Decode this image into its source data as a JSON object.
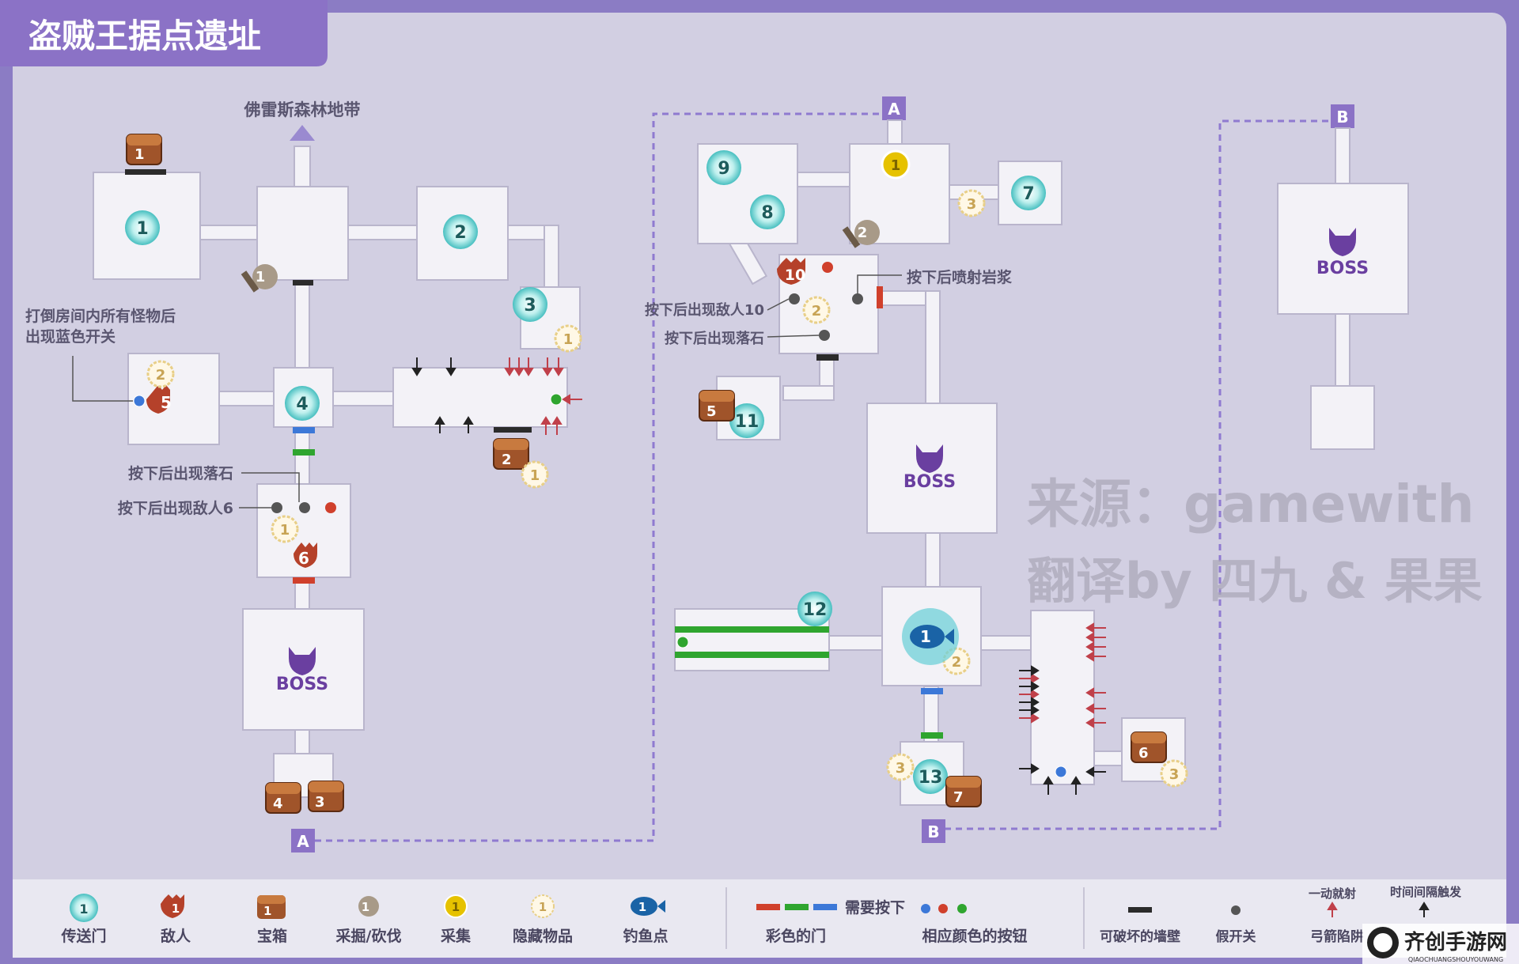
{
  "title": "盗贼王据点遗址",
  "colors": {
    "frame": "#8b7cc4",
    "bg": "#d2cfe2",
    "room": "#f3f2f7",
    "room_stroke": "#b9b5cc",
    "teleport": "#5cc8c8",
    "enemy": "#b5412a",
    "chest": "#a0542a",
    "gather": "#e6c200",
    "hidden": "#e8cf88",
    "fishing": "#1a63a6",
    "boss": "#6a3fa0",
    "door_red": "#d0402c",
    "door_green": "#2fa52f",
    "door_blue": "#3c78d8",
    "wall": "#2b2b2b"
  },
  "map_labels": {
    "exit_north": "佛雷斯森林地带",
    "note_blue_switch": "打倒房间内所有怪物后\n出现蓝色开关",
    "note_falling_rock_left": "按下后出现落石",
    "note_enemy6": "按下后出现敌人6",
    "note_lava": "按下后喷射岩浆",
    "note_enemy10": "按下后出现敌人10",
    "note_falling_rock_right": "按下后出现落石",
    "watermark_line1": "来源：gamewith",
    "watermark_line2": "翻译by 四九 & 果果",
    "link_a": "A",
    "link_b": "B",
    "boss_label": "BOSS"
  },
  "markers": {
    "teleports": [
      "1",
      "2",
      "3",
      "4",
      "7",
      "8",
      "9",
      "11",
      "12",
      "13"
    ],
    "enemies": [
      "5",
      "6",
      "10"
    ],
    "chests": [
      "1",
      "2",
      "3",
      "4",
      "5",
      "6",
      "7"
    ],
    "gather": [
      "1"
    ],
    "mining": [
      "1",
      "2"
    ],
    "hidden": [
      "1",
      "1",
      "1",
      "2",
      "2",
      "3",
      "3",
      "3",
      "2"
    ],
    "fishing": [
      "1"
    ]
  },
  "legend": {
    "teleport": "传送门",
    "enemy": "敌人",
    "chest": "宝箱",
    "mining": "采掘/砍伐",
    "gather": "采集",
    "hidden": "隐藏物品",
    "fishing": "钓鱼点",
    "need_press": "需要按下",
    "colored_door": "彩色的门",
    "matching_button": "相应颜色的按钮",
    "breakable_wall": "可破坏的墙壁",
    "fake_switch": "假开关",
    "arrow_one": "一动就射",
    "arrow_timed": "时间间隔触发",
    "arrow_trap": "弓箭陷阱",
    "sample_number": "1"
  },
  "site_logo": {
    "name": "齐创手游网",
    "url": "QIAOCHUANGSHOUYOUWANG"
  }
}
